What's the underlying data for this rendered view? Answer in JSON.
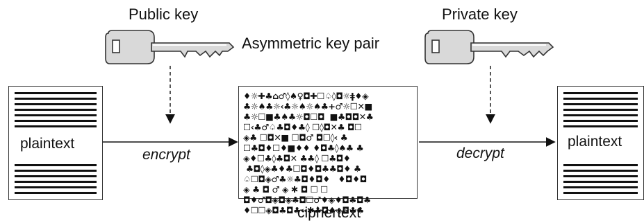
{
  "labels": {
    "public_key": "Public key",
    "private_key": "Private key",
    "key_pair": "Asymmetric key pair",
    "encrypt": "encrypt",
    "decrypt": "decrypt",
    "plaintext_left": "plaintext",
    "plaintext_right": "plaintext",
    "ciphertext": "ciphertext"
  },
  "icons": {
    "public_key": "key-icon",
    "private_key": "key-icon"
  },
  "colors": {
    "ink": "#111111",
    "key_fill": "#d9d9d9",
    "key_stroke": "#333333"
  }
}
